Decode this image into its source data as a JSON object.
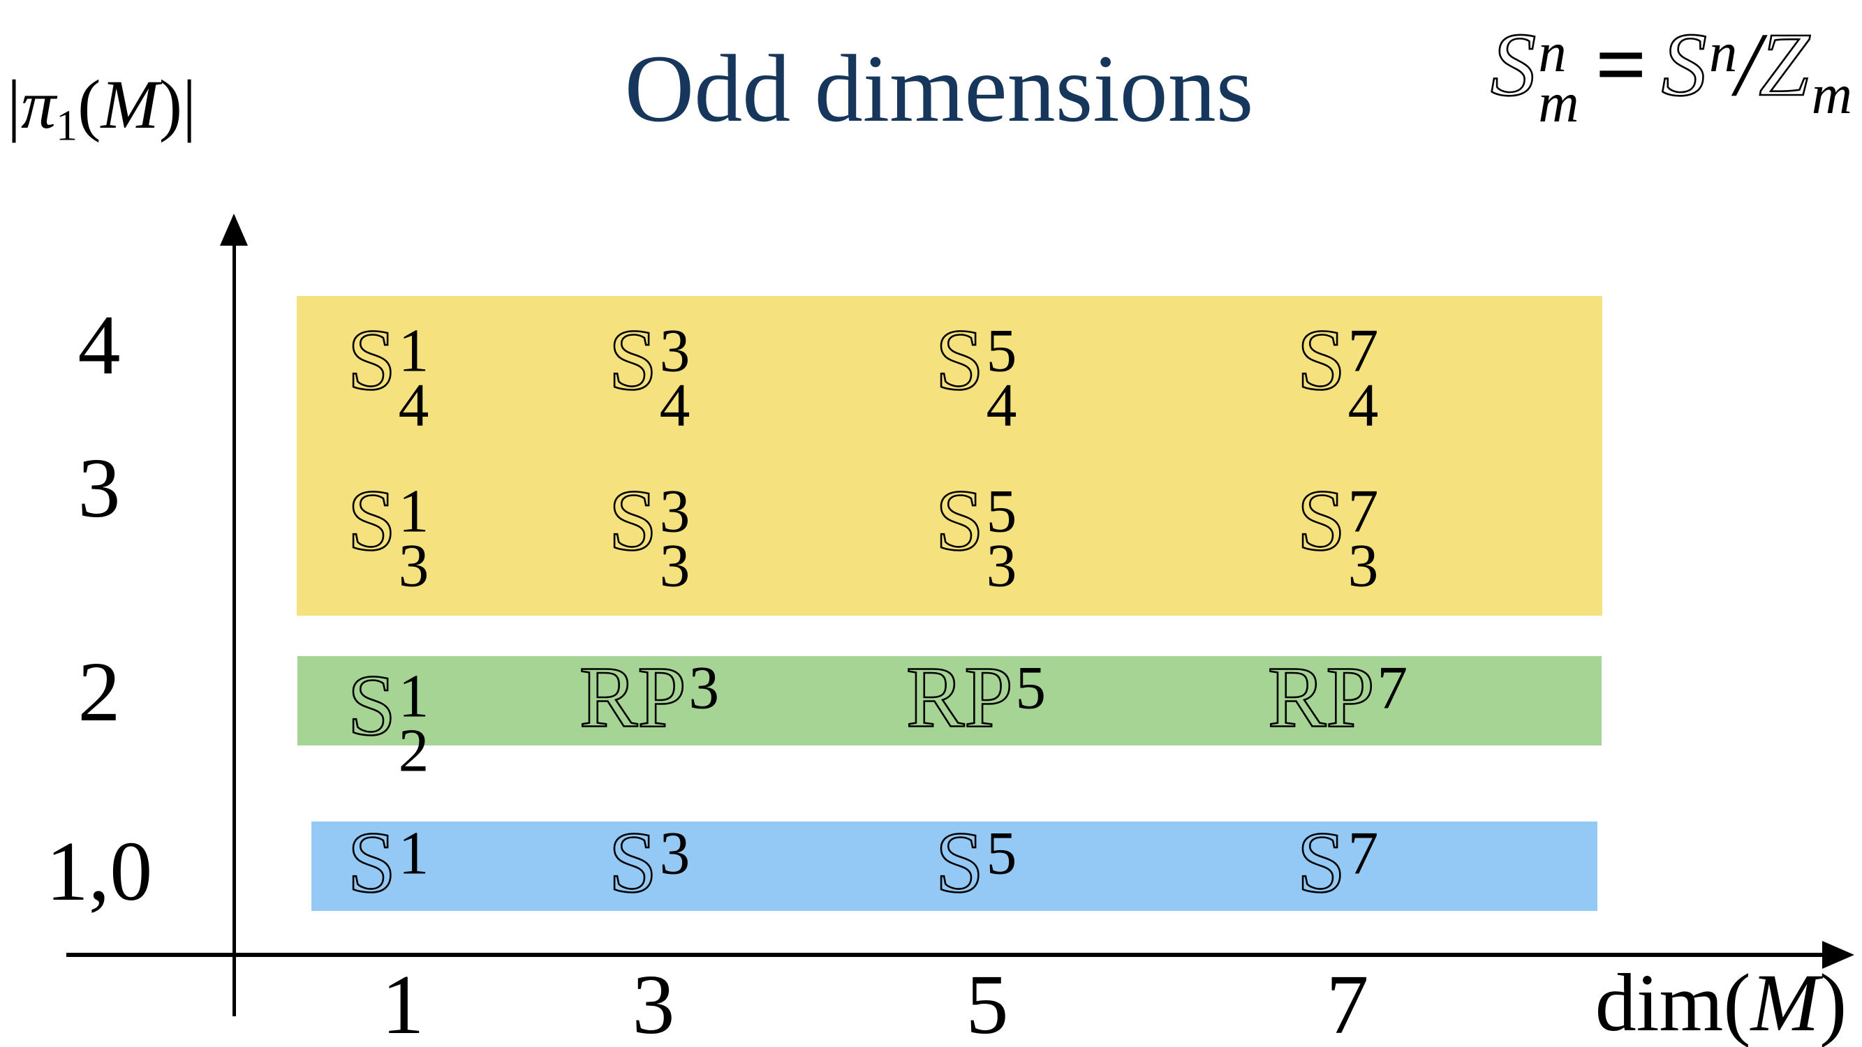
{
  "title": "Odd dimensions",
  "colors": {
    "title_navy": "#16365C",
    "band_yellow": "#F5E17D",
    "band_green": "#A6D494",
    "band_blue": "#94C9F5",
    "axis_black": "#000000"
  },
  "formula": {
    "lhs_base": "S",
    "lhs_sup": "n",
    "lhs_sub": "m",
    "equals": "=",
    "rhs_base": "S",
    "rhs_sup": "n",
    "slash": "/",
    "z_base": "Z",
    "z_sub": "m"
  },
  "y_axis": {
    "label_parts": {
      "bar_left": "|",
      "pi": "π",
      "pi_sub": "1",
      "open": "(",
      "var": "M",
      "close": ")",
      "bar_right": "|"
    },
    "ticks": [
      "4",
      "3",
      "2",
      "1,0"
    ]
  },
  "x_axis": {
    "label_parts": {
      "prefix": "dim(",
      "var": "M",
      "suffix": ")"
    },
    "ticks": [
      "1",
      "3",
      "5",
      "7"
    ]
  },
  "chart_data": {
    "type": "table",
    "title": "Odd dimensions",
    "xlabel": "dim(M)",
    "ylabel": "|π1(M)|",
    "x_ticks": [
      "1",
      "3",
      "5",
      "7"
    ],
    "y_ticks": [
      "4",
      "3",
      "2",
      "1,0"
    ],
    "notation_legend": "S^n_m = S^n/Z_m",
    "letter_style": "double-struck (blackboard bold)",
    "grid": false,
    "bands": [
      {
        "y_ticks_covered": [
          "4",
          "3"
        ],
        "color": "#F5E17D"
      },
      {
        "y_ticks_covered": [
          "2"
        ],
        "color": "#A6D494"
      },
      {
        "y_ticks_covered": [
          "1,0"
        ],
        "color": "#94C9F5"
      }
    ],
    "cells": [
      {
        "y": "4",
        "entries": [
          {
            "base": "S",
            "sup": "1",
            "sub": "4"
          },
          {
            "base": "S",
            "sup": "3",
            "sub": "4"
          },
          {
            "base": "S",
            "sup": "5",
            "sub": "4"
          },
          {
            "base": "S",
            "sup": "7",
            "sub": "4"
          }
        ]
      },
      {
        "y": "3",
        "entries": [
          {
            "base": "S",
            "sup": "1",
            "sub": "3"
          },
          {
            "base": "S",
            "sup": "3",
            "sub": "3"
          },
          {
            "base": "S",
            "sup": "5",
            "sub": "3"
          },
          {
            "base": "S",
            "sup": "7",
            "sub": "3"
          }
        ]
      },
      {
        "y": "2",
        "entries": [
          {
            "base": "S",
            "sup": "1",
            "sub": "2"
          },
          {
            "base": "RP",
            "sup": "3"
          },
          {
            "base": "RP",
            "sup": "5"
          },
          {
            "base": "RP",
            "sup": "7"
          }
        ]
      },
      {
        "y": "1,0",
        "entries": [
          {
            "base": "S",
            "sup": "1"
          },
          {
            "base": "S",
            "sup": "3"
          },
          {
            "base": "S",
            "sup": "5"
          },
          {
            "base": "S",
            "sup": "7"
          }
        ]
      }
    ]
  }
}
